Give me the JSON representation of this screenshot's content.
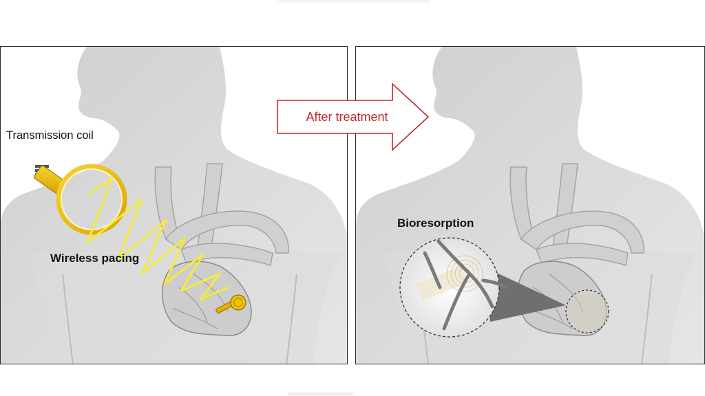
{
  "labels": {
    "transmission_coil": "Transmission coil",
    "wireless_pacing": "Wireless pacing",
    "after_treatment": "After treatment",
    "bioresorption": "Bioresorption"
  },
  "colors": {
    "body_fill": "#d6d6d6",
    "coil_yellow": "#f0c200",
    "wave_yellow": "#f4ea3a",
    "arrow_red": "#c0282c",
    "vessel_gray": "#8e8e8e",
    "panel_border": "#2a2a2a"
  },
  "icons": {
    "coil": "transmission-coil-icon",
    "pacer": "pacemaker-device-icon",
    "arrow": "right-arrow-icon",
    "magnifier": "magnifier-zoom-icon"
  }
}
